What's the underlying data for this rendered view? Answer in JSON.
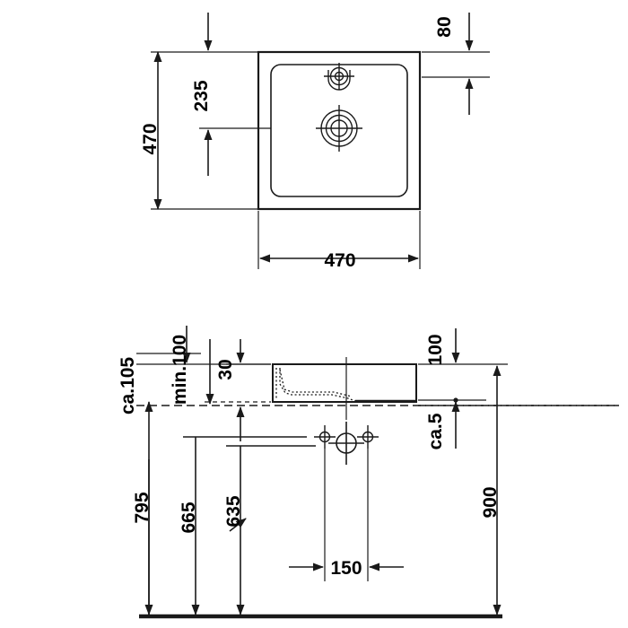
{
  "drawing": {
    "title": "Square washbasin technical drawing",
    "units": "mm",
    "line_color": "#1a1a1a",
    "text_color": "#000000",
    "background": "#ffffff"
  },
  "top_view": {
    "name": "plan-view",
    "dimensions": {
      "overall_width": "470",
      "overall_depth": "470",
      "tap_hole_from_back": "235",
      "rim_offset_right": "80"
    }
  },
  "side_view": {
    "name": "elevation-view",
    "dimensions": {
      "projection_above": "ca.105",
      "min_clearance": "min.100",
      "rim_thickness": "30",
      "basin_height": "100",
      "wall_gap": "ca.5",
      "outlet_height": "795",
      "supply_height": "665",
      "fixing_height": "635",
      "hole_spacing": "150",
      "rim_height_from_floor": "900"
    }
  },
  "labels": {
    "d470_v": "470",
    "d235": "235",
    "d470_h": "470",
    "d80": "80",
    "ca105": "ca.105",
    "min100": "min.100",
    "d30": "30",
    "d100": "100",
    "ca5": "ca.5",
    "d795": "795",
    "d665": "665",
    "d635": "635",
    "d150": "150",
    "d900": "900"
  }
}
